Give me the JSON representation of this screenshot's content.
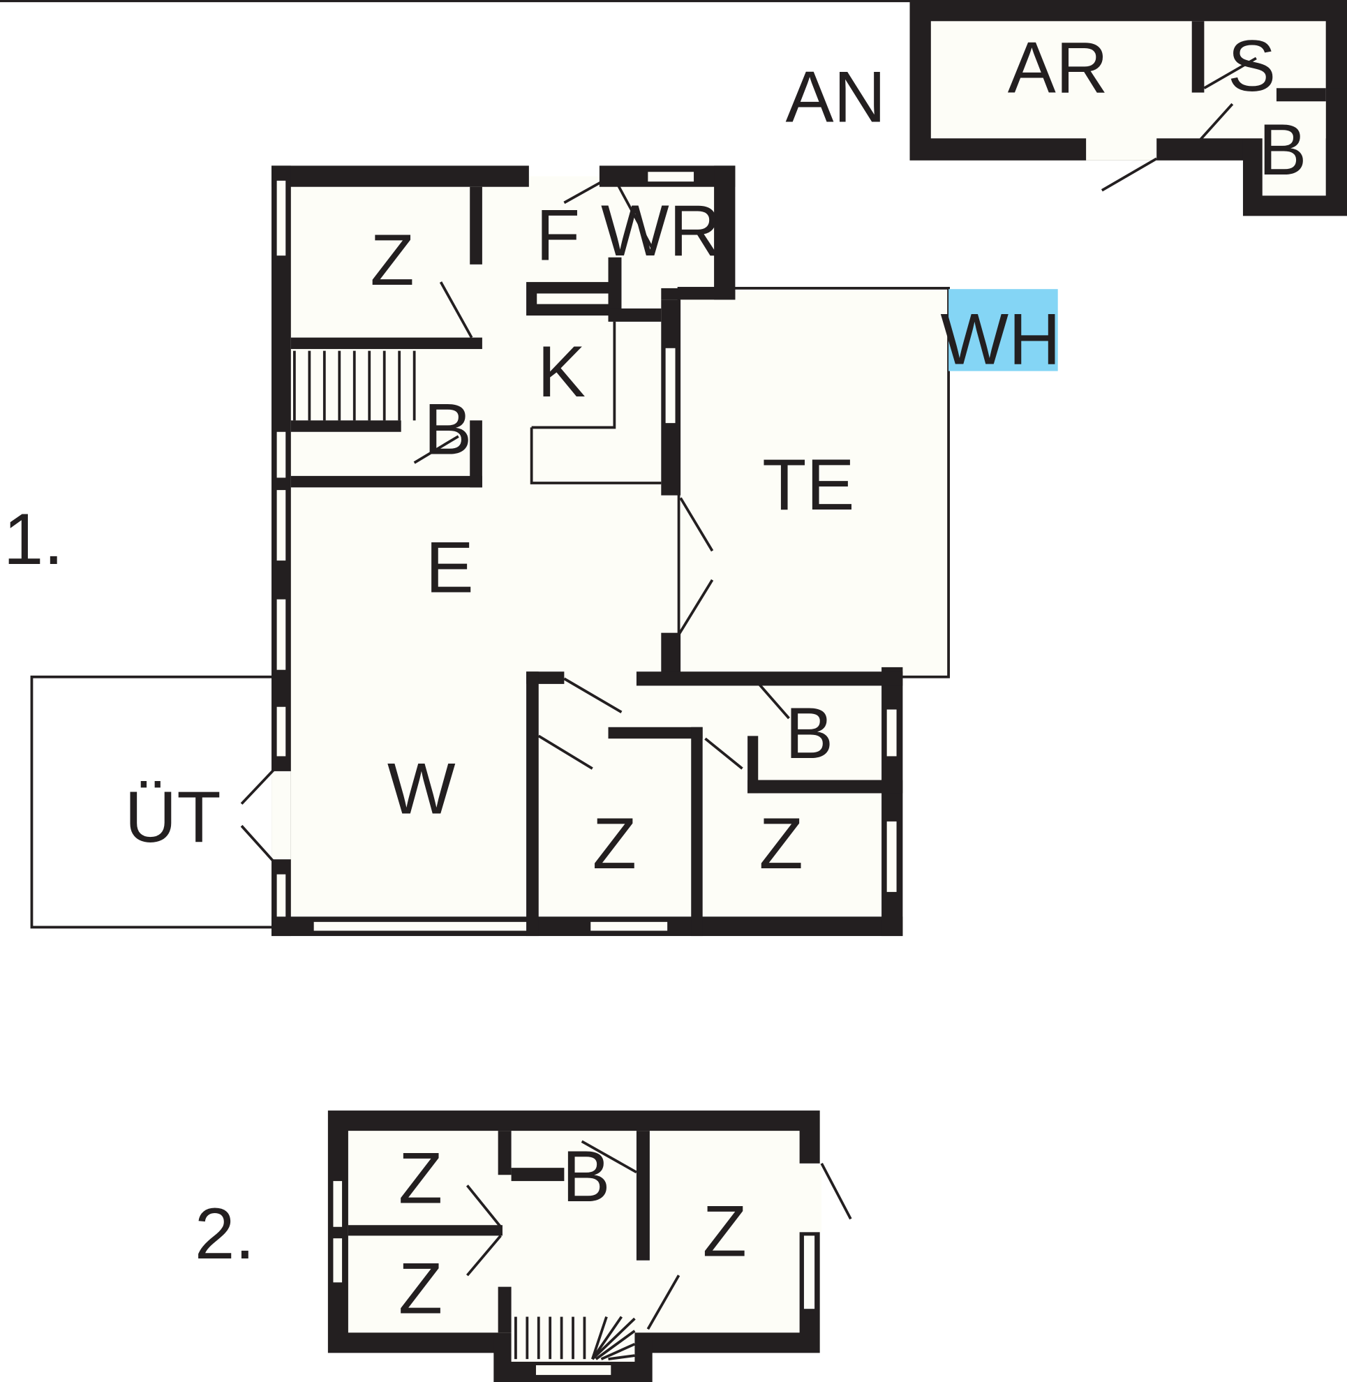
{
  "colors": {
    "wall": "#231f20",
    "floor": "#fdfdf7",
    "highlight": "#84d5f5"
  },
  "floors": [
    {
      "label": "1.",
      "rooms": [
        {
          "code": "Z"
        },
        {
          "code": "F"
        },
        {
          "code": "WR"
        },
        {
          "code": "K"
        },
        {
          "code": "B"
        },
        {
          "code": "TE"
        },
        {
          "code": "WH"
        },
        {
          "code": "E"
        },
        {
          "code": "ÜT"
        },
        {
          "code": "W"
        },
        {
          "code": "Z"
        },
        {
          "code": "Z"
        },
        {
          "code": "B"
        }
      ]
    },
    {
      "label": "2.",
      "rooms": [
        {
          "code": "Z"
        },
        {
          "code": "B"
        },
        {
          "code": "Z"
        },
        {
          "code": "Z"
        }
      ]
    }
  ],
  "annex": {
    "label": "AN",
    "rooms": [
      {
        "code": "AR"
      },
      {
        "code": "S"
      },
      {
        "code": "B"
      }
    ]
  }
}
